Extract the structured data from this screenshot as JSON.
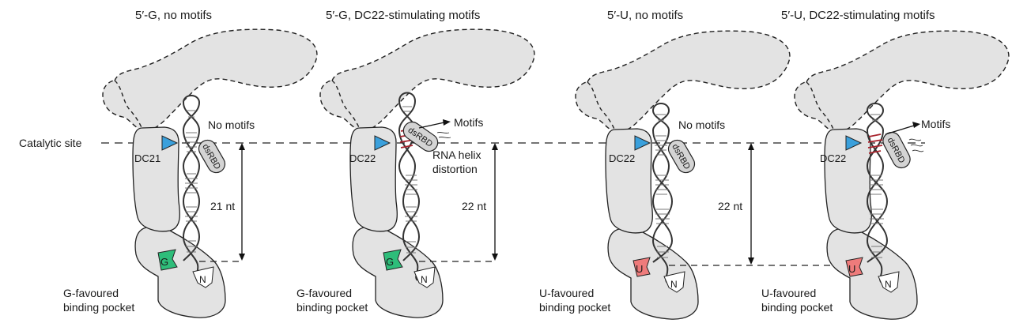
{
  "colors": {
    "protein_fill": "#e3e3e3",
    "outline": "#222222",
    "catalytic": "#3aa0dc",
    "g_tag": "#2ebd7a",
    "u_tag": "#ee7b7b",
    "distortion": "#a8232d"
  },
  "shared": {
    "catalytic_site_label": "Catalytic site"
  },
  "panels": [
    {
      "title": "5′-G, no motifs",
      "enzyme": "DC21",
      "motif_label": "No motifs",
      "dsrbd_label": "dsRBD",
      "length_label": "21 nt",
      "nucleotide": "G",
      "end_label": "N",
      "pocket_label_line1": "G-favoured",
      "pocket_label_line2": "binding pocket"
    },
    {
      "title": "5′-G, DC22-stimulating motifs",
      "enzyme": "DC22",
      "motif_label": "Motifs",
      "dsrbd_label": "dsRBD",
      "distortion_line1": "RNA helix",
      "distortion_line2": "distortion",
      "length_label": "22 nt",
      "nucleotide": "G",
      "end_label": "N",
      "pocket_label_line1": "G-favoured",
      "pocket_label_line2": "binding pocket"
    },
    {
      "title": "5′-U, no motifs",
      "enzyme": "DC22",
      "motif_label": "No motifs",
      "dsrbd_label": "dsRBD",
      "length_label": "22 nt",
      "nucleotide": "U",
      "end_label": "N",
      "pocket_label_line1": "U-favoured",
      "pocket_label_line2": "binding pocket"
    },
    {
      "title": "5′-U, DC22-stimulating motifs",
      "enzyme": "DC22",
      "motif_label": "Motifs",
      "dsrbd_label": "dsRBD",
      "length_label": "",
      "nucleotide": "U",
      "end_label": "N",
      "pocket_label_line1": "U-favoured",
      "pocket_label_line2": "binding pocket"
    }
  ]
}
